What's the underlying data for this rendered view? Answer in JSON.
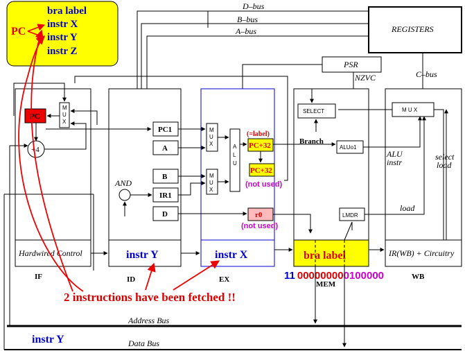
{
  "yellow_box": {
    "pc": "PC",
    "lines": [
      "bra label",
      "instr X",
      "instr Y",
      "instr Z"
    ]
  },
  "buses": {
    "d_bus": "D–bus",
    "b_bus": "B–bus",
    "a_bus": "A–bus",
    "c_bus": "C–bus",
    "address_bus": "Address Bus",
    "data_bus": "Data Bus"
  },
  "registers": "REGISTERS",
  "psr": "PSR",
  "nzvc": "NZVC",
  "if_stage": {
    "pc": "PC",
    "mux": [
      "M",
      "U",
      "X"
    ],
    "plus4": "+4",
    "control": "Hardwired Control",
    "label": "IF"
  },
  "id_stage": {
    "pc1": "PC1",
    "a": "A",
    "b": "B",
    "ir1": "IR1",
    "d": "D",
    "and": "AND",
    "instr": "instr Y",
    "label": "ID"
  },
  "ex_stage": {
    "mux": [
      "M",
      "U",
      "X"
    ],
    "alu": [
      "A",
      "L",
      "U"
    ],
    "eq_label": "(=label)",
    "pc32_a": "PC+32",
    "pc32_b": "PC+32",
    "not_used_1": "(not used)",
    "r0": "r0",
    "not_used_2": "(not used)",
    "instr": "instr X",
    "label": "EX"
  },
  "mem_stage": {
    "select": "SELECT",
    "branch": "Branch",
    "aluo1": "ALUo1",
    "lmdr": "LMDR",
    "instr": "bra  label",
    "code_blue": "11",
    "code_red": "00000000",
    "code_mag": "0100000",
    "label": "MEM"
  },
  "wb_stage": {
    "mux": "M U X",
    "alu_instr": [
      "ALU",
      "instr"
    ],
    "select_load": [
      "select",
      "load"
    ],
    "load": "load",
    "ir_wb": "IR(WB) + Circuitry",
    "label": "WB"
  },
  "annotation": "2 instructions have been fetched !!",
  "bottom_instr": "instr Y",
  "colors": {
    "yellow": "#ffff00",
    "red": "#ee0000",
    "blue": "#0000cc",
    "magenta": "#cc00cc",
    "pink": "#ffbbbb",
    "arrow_red": "#ee0000"
  }
}
